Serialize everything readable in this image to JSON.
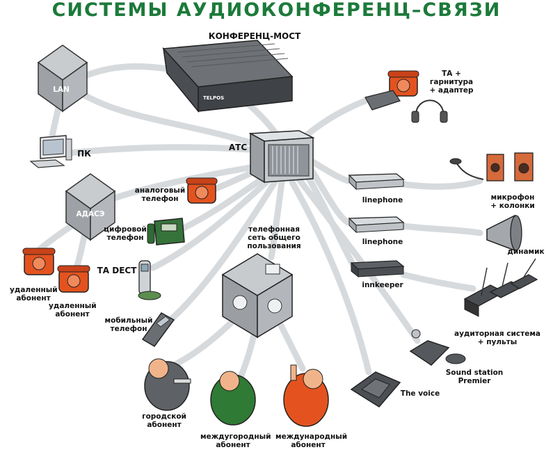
{
  "title": "СИСТЕМЫ АУДИОКОНФЕРЕНЦ–СВЯЗИ",
  "nodes": {
    "bridge": "КОНФЕРЕНЦ-МОСТ",
    "bridge_brand": "TELPOS",
    "lan": "LAN",
    "pc": "ПК",
    "ats": "АТС",
    "adase": "АДАСЭ",
    "analog_phone": "аналоговый\nтелефон",
    "digital_phone": "цифровой\nтелефон",
    "dect": "ТА DECT",
    "remote1": "удаленный\nабонент",
    "remote2": "удаленный\nабонент",
    "mobile": "мобильный\nтелефон",
    "pstn": "телефонная\nсеть общего\nпользования",
    "city": "городской\nабонент",
    "longdistance": "междугородный\nабонент",
    "international": "международный\nабонент",
    "thevoice": "The voice",
    "soundstation": "Sound station\nPremier",
    "audience": "аудиторная система\n+ пульты",
    "speaker": "динамик",
    "mic": "микрофон\n+ колонки",
    "headset": "ТА + гарнитура\n+ адаптер",
    "linephone1": "linephone",
    "linephone2": "linephone",
    "innkeeper": "innkeeper"
  },
  "colors": {
    "title": "#1c7a3a",
    "link": "#d9dcdf",
    "phone": "#e4531f",
    "device": "#5a5d61",
    "green": "#2f7a34"
  }
}
